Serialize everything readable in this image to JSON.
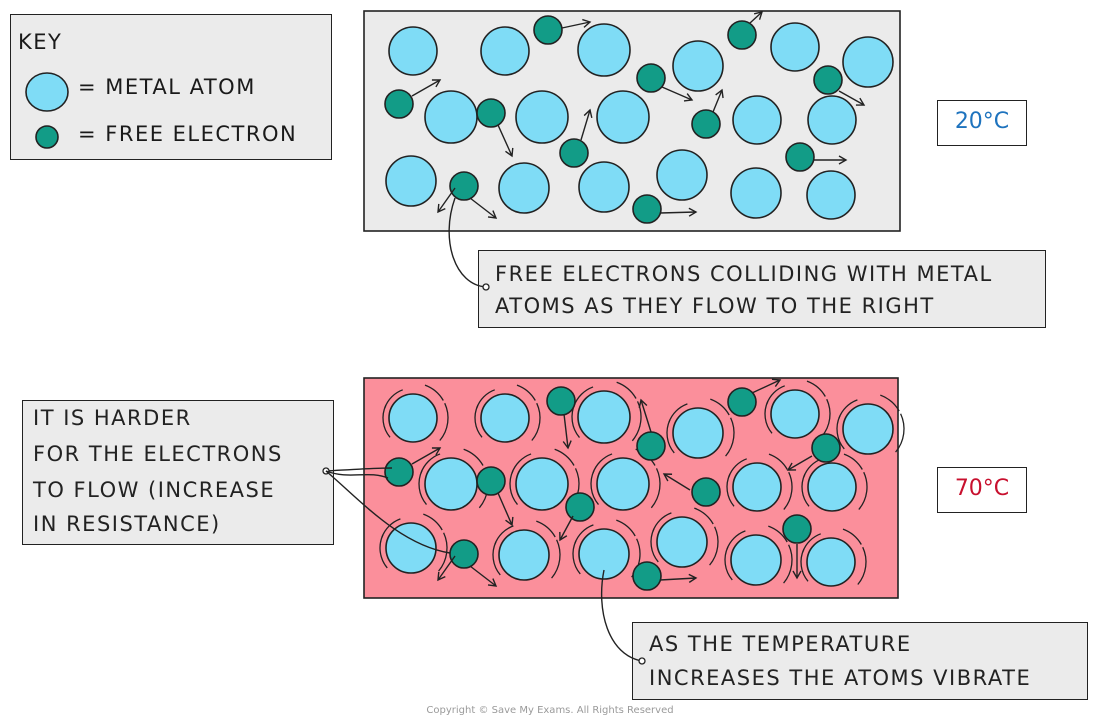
{
  "key": {
    "title": "KEY",
    "metal_atom": "= METAL  ATOM",
    "free_electron": "= FREE  ELECTRON"
  },
  "panels": {
    "cold": {
      "temperature": "20°C",
      "temp_color": "#1e73be"
    },
    "hot": {
      "temperature": "70°C",
      "temp_color": "#c8102e"
    }
  },
  "callouts": {
    "colliding": [
      "FREE  ELECTRONS  COLLIDING  WITH  METAL",
      "ATOMS  AS  THEY  FLOW  TO  THE  RIGHT"
    ],
    "harder": [
      "IT  IS  HARDER",
      "FOR  THE  ELECTRONS",
      "TO  FLOW  (INCREASE",
      "IN  RESISTANCE)"
    ],
    "vibrate": [
      "AS  THE  TEMPERATURE",
      "INCREASES  THE  ATOMS  VIBRATE"
    ]
  },
  "colors": {
    "metal_atom": "#7fdcf6",
    "free_electron": "#129c87",
    "cold_panel": "#ebebeb",
    "hot_panel": "#fb8f9b",
    "callout_bg": "#ebebeb"
  },
  "copyright": "Copyright © Save My Exams. All Rights Reserved"
}
